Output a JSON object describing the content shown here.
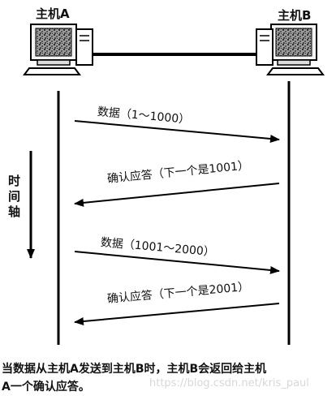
{
  "hosts": {
    "a": {
      "label": "主机A"
    },
    "b": {
      "label": "主机B"
    }
  },
  "time_axis": {
    "label_chars": [
      "时",
      "间",
      "轴"
    ]
  },
  "messages": [
    {
      "text": "数据（1～1000）",
      "direction": "A-to-B"
    },
    {
      "text": "确认应答（下一个是1001）",
      "direction": "B-to-A"
    },
    {
      "text": "数据（1001～2000）",
      "direction": "A-to-B"
    },
    {
      "text": "确认应答（下一个是2001）",
      "direction": "B-to-A"
    }
  ],
  "caption": {
    "line1": "当数据从主机A发送到主机B时，主机B会返回给主机",
    "line2": "A一个确认应答。"
  },
  "watermark": "https://blog.csdn.net/kris_paul"
}
